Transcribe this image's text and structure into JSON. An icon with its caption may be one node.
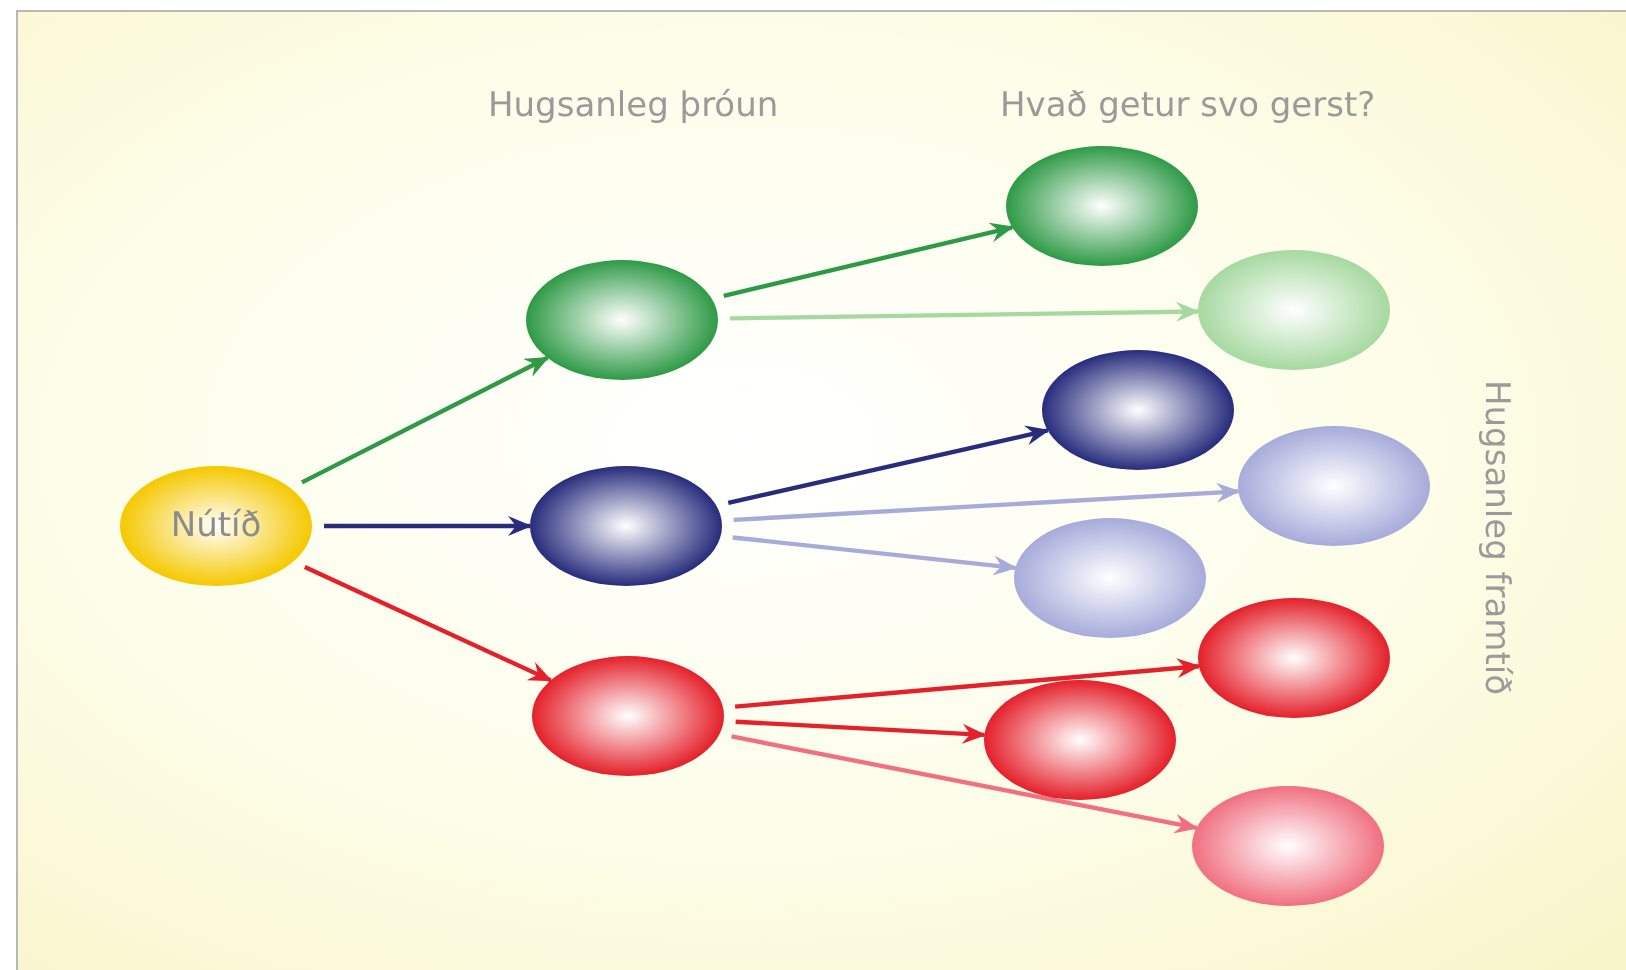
{
  "diagram": {
    "nodes": [
      {
        "text": [
          "Nútíð"
        ]
      },
      {
        "text": [],
        "shape": "ellipse"
      },
      {
        "text": [],
        "shape": "ellipse"
      },
      {
        "text": [],
        "shape": "ellipse"
      },
      {
        "text": [],
        "shape": "ellipse"
      },
      {
        "text": [],
        "shape": "ellipse"
      },
      {
        "text": [],
        "shape": "ellipse"
      },
      {
        "text": [],
        "shape": "ellipse"
      },
      {
        "text": [],
        "shape": "ellipse"
      },
      {
        "text": [],
        "shape": "ellipse"
      },
      {
        "text": [],
        "shape": "ellipse"
      },
      {
        "text": [],
        "shape": "ellipse"
      }
    ],
    "edges": [
      {
        "from": 0,
        "to": 1,
        "arrow": "to",
        "color": "#2e9a46"
      },
      {
        "from": 0,
        "to": 2,
        "arrow": "to",
        "color": "#272c7c"
      },
      {
        "from": 0,
        "to": 3,
        "arrow": "to",
        "color": "#e4202a"
      },
      {
        "from": 1,
        "to": 4,
        "arrow": "to",
        "color": "#2e9a46"
      },
      {
        "from": 1,
        "to": 5,
        "arrow": "to",
        "color": "#a6d9a0"
      },
      {
        "from": 2,
        "to": 6,
        "arrow": "to",
        "color": "#272c7c"
      },
      {
        "from": 2,
        "to": 7,
        "arrow": "to",
        "color": "#a6abda"
      },
      {
        "from": 2,
        "to": 8,
        "arrow": "to",
        "color": "#a6abda"
      },
      {
        "from": 3,
        "to": 9,
        "arrow": "to",
        "color": "#e4202a"
      },
      {
        "from": 3,
        "to": 10,
        "arrow": "to",
        "color": "#e4202a"
      },
      {
        "from": 3,
        "to": 11,
        "arrow": "to",
        "color": "#f07080"
      }
    ],
    "labels": [
      "Hugsanleg þróun",
      "Hvað getur svo gerst?",
      "Hugsanleg framtíð"
    ]
  }
}
